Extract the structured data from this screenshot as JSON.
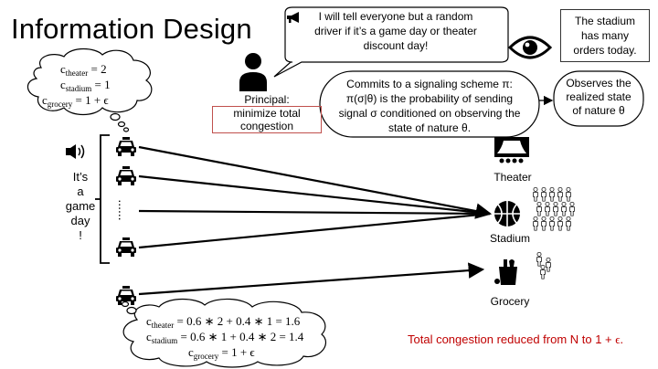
{
  "title": "Information Design",
  "top_cloud": {
    "line1": {
      "c": "c",
      "sub": "theater",
      "rhs": " = 2"
    },
    "line2": {
      "c": "c",
      "sub": "stadium",
      "rhs": " = 1"
    },
    "line3": {
      "c": "c",
      "sub": "grocery",
      "rhs": " = 1 + ϵ"
    }
  },
  "principal": {
    "label": "Principal:",
    "goal": "minimize total congestion"
  },
  "speech_bubble": {
    "line1": "I will tell everyone but a random",
    "line2": "driver if it’s a game day or theater",
    "line3": "discount day!"
  },
  "stadium_note": {
    "line1": "The stadium",
    "line2": "has many",
    "line3": "orders today."
  },
  "commit_bubble": {
    "line1": "Commits to a signaling scheme π:",
    "line2": "π(σ|θ) is the probability of sending",
    "line3": "signal σ conditioned on observing the",
    "line4": "state of nature θ."
  },
  "observe_bubble": {
    "line1": "Observes the",
    "line2": "realized state",
    "line3": "of nature θ"
  },
  "game_day": {
    "line1": "It’s",
    "line2": "a",
    "line3": "game",
    "line4": "day",
    "line5": "!"
  },
  "destinations": {
    "theater": "Theater",
    "stadium": "Stadium",
    "grocery": "Grocery"
  },
  "bottom_cloud": {
    "line1": {
      "c": "c",
      "sub": "theater",
      "rhs": " = 0.6 ∗ 2 + 0.4 ∗ 1 = 1.6"
    },
    "line2": {
      "c": "c",
      "sub": "stadium",
      "rhs": " = 0.6 ∗ 1 + 0.4 ∗ 2 = 1.4"
    },
    "line3": {
      "c": "c",
      "sub": "grocery",
      "rhs": " = 1 + ϵ"
    }
  },
  "total_note": {
    "text": "Total congestion reduced from N to 1 + ",
    "eps": "ϵ",
    "end": "."
  },
  "icons": [
    "megaphone-icon",
    "person-icon",
    "eye-icon",
    "speaker-icon",
    "car-icon",
    "theater-icon",
    "basketball-icon",
    "crowd-icon",
    "grocery-icon"
  ],
  "colors": {
    "goal_border": "#c0504d",
    "total_note": "#c00000"
  }
}
